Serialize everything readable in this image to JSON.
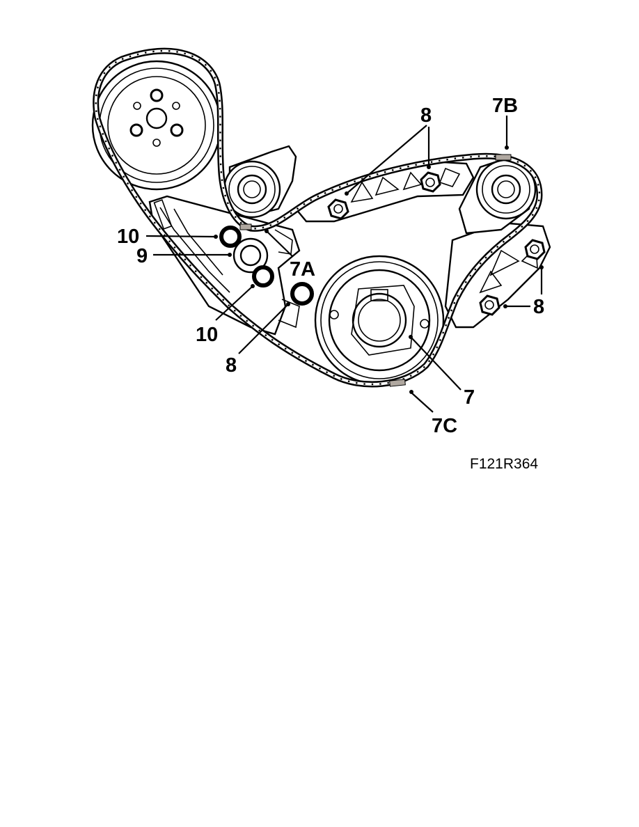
{
  "callouts": {
    "c8_top": "8",
    "c7b": "7B",
    "c10_upper": "10",
    "c9": "9",
    "c7a": "7A",
    "c10_lower": "10",
    "c8_lower": "8",
    "c8_right": "8",
    "c7": "7",
    "c7c": "7C"
  },
  "figure_ref": "F121R364",
  "colors": {
    "line": "#000000",
    "background": "#ffffff",
    "marked_link": "#b0a8a0"
  }
}
